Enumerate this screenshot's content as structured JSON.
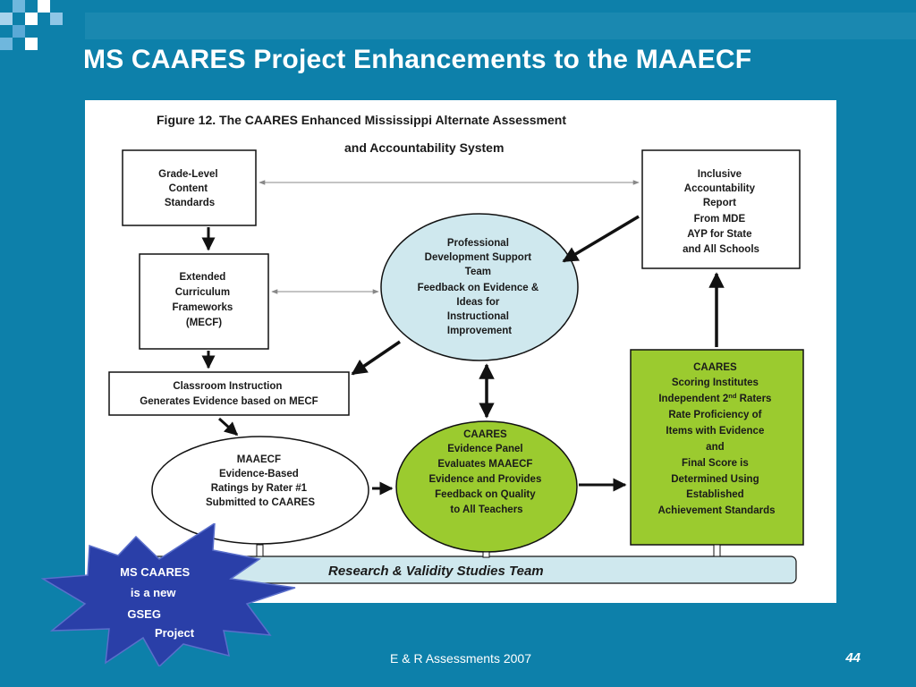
{
  "slide": {
    "title": "MS CAARES Project Enhancements to the MAAECF",
    "footer": "E & R Assessments 2007",
    "page_number": "44"
  },
  "figure": {
    "title_line1": "Figure 12.  The CAARES Enhanced Mississippi Alternate Assessment",
    "title_line2": "and Accountability System",
    "grade_level": [
      "Grade-Level",
      "Content",
      "Standards"
    ],
    "extended_curriculum": [
      "Extended",
      "Curriculum",
      "Frameworks",
      "(MECF)"
    ],
    "classroom_instruction": [
      "Classroom Instruction",
      "Generates Evidence based on MECF"
    ],
    "maaecf": [
      "MAAECF",
      "Evidence-Based",
      "Ratings by Rater #1",
      "Submitted to CAARES"
    ],
    "professional_dev": [
      "Professional",
      "Development Support",
      "Team",
      "Feedback on Evidence &",
      "Ideas for",
      "Instructional",
      "Improvement"
    ],
    "evidence_panel": [
      "CAARES",
      "Evidence Panel",
      "Evaluates MAAECF",
      "Evidence and Provides",
      "Feedback on Quality",
      "to All Teachers"
    ],
    "inclusive_report": [
      "Inclusive",
      "Accountability",
      "Report",
      "From MDE",
      "AYP for State",
      "and All Schools"
    ],
    "scoring": {
      "line1": "CAARES",
      "line2": "Scoring Institutes",
      "line3_pre": "Independent 2",
      "line3_sup": "nd",
      "line3_post": " Raters",
      "rest": [
        "Rate Proficiency of",
        "Items with Evidence",
        "and",
        "Final Score is",
        "Determined Using",
        "Established",
        "Achievement Standards"
      ]
    },
    "research_bar": "Research & Validity Studies Team"
  },
  "callout": {
    "lines": [
      "MS CAARES",
      "is a new",
      "GSEG",
      "Project"
    ]
  },
  "colors": {
    "background": "#0D80AA",
    "light_blue_ellipse": "#CFE8EE",
    "green": "#9BCB2F",
    "research_bar": "#CFE8EE",
    "starburst": "#2A3FA8"
  }
}
